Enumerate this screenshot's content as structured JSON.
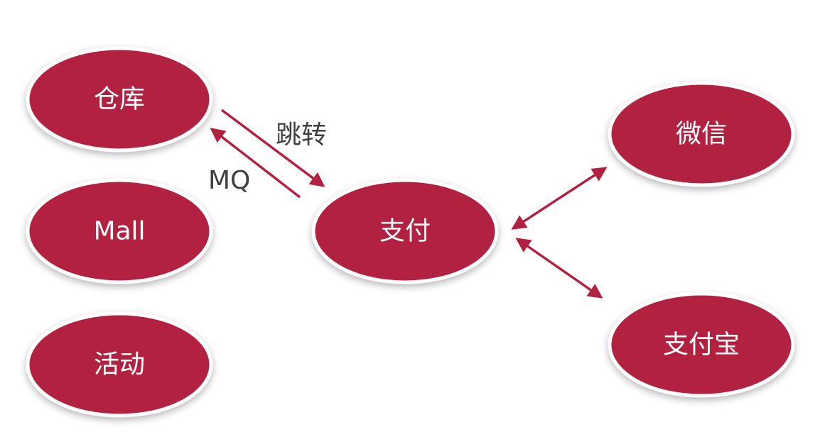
{
  "colors": {
    "node_fill": "#b22240",
    "node_stroke": "#ffffff",
    "arrow": "#b22240",
    "edge_text": "#404040",
    "node_text": "#ffffff"
  },
  "nodes": {
    "warehouse": "仓库",
    "mall": "Mall",
    "activity": "活动",
    "payment": "支付",
    "wechat": "微信",
    "alipay": "支付宝"
  },
  "edges": {
    "jump": "跳转",
    "mq": "MQ"
  }
}
